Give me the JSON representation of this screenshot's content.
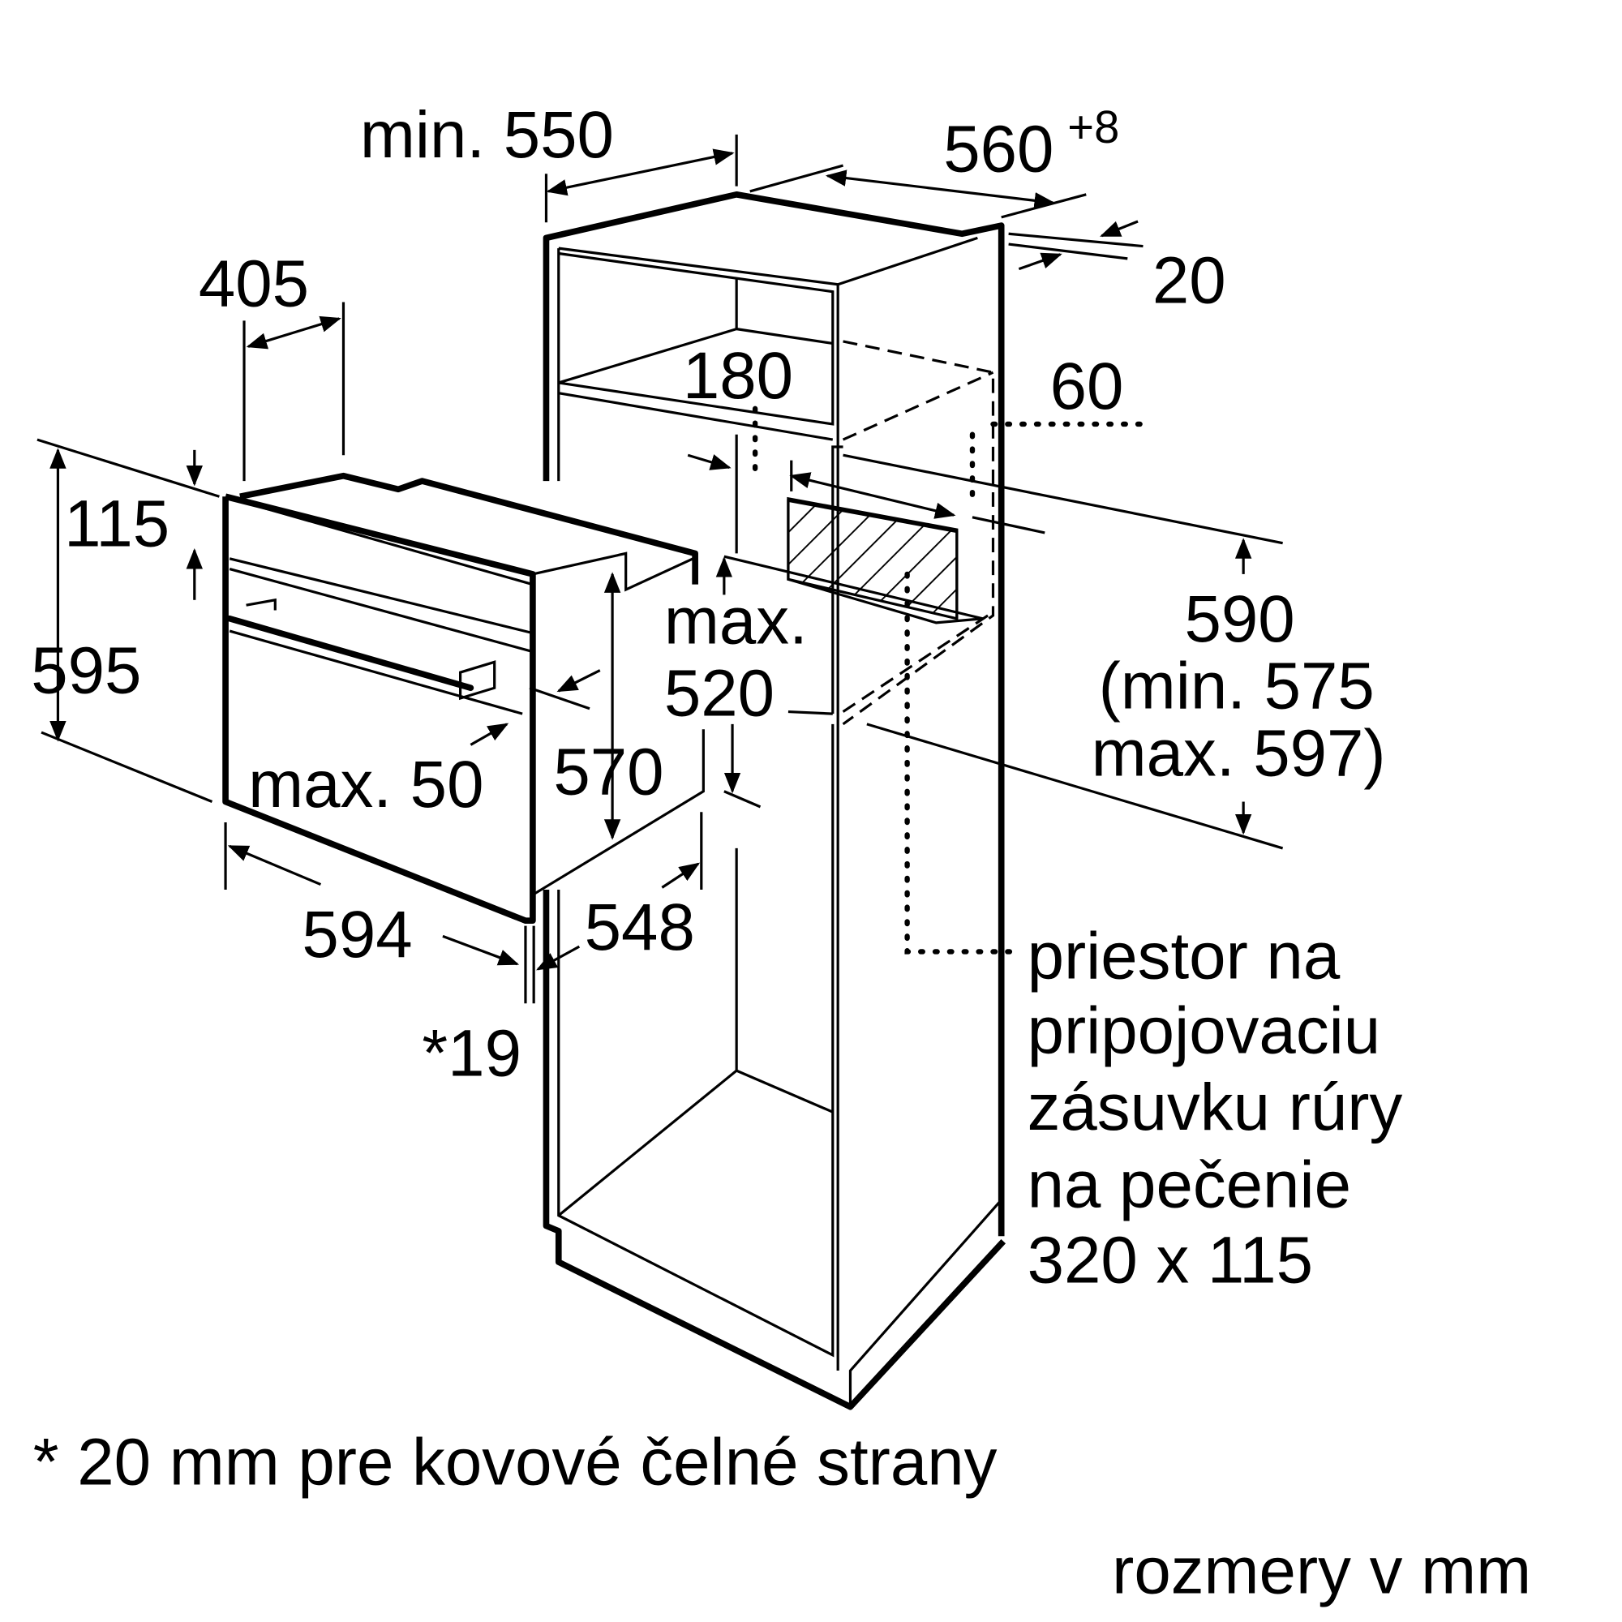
{
  "labels": {
    "min_550": "min. 550",
    "w560": "560",
    "w560_tol": "+8",
    "d20": "20",
    "d405": "405",
    "d180": "180",
    "d60": "60",
    "d115": "115",
    "d595": "595",
    "max_a": "max.",
    "d520": "520",
    "d590": "590",
    "min575": "(min. 575",
    "max597": "max. 597)",
    "max50": "max. 50",
    "d570": "570",
    "d594": "594",
    "d548": "548",
    "d19": "*19"
  },
  "note": {
    "lines": [
      "priestor na",
      "pripojovaciu",
      "zásuvku rúry",
      "na pečenie",
      "320 x 115"
    ]
  },
  "footnote": "* 20 mm pre kovové čelné strany",
  "units": "rozmery v mm"
}
